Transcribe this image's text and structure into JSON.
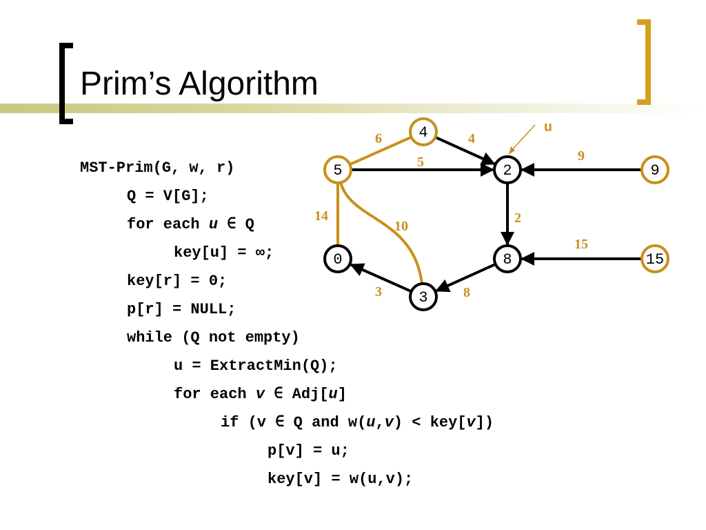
{
  "slide": {
    "title": "Prim’s Algorithm"
  },
  "code": {
    "lines": [
      {
        "indent": 0,
        "parts": [
          {
            "t": "MST-Prim(G, w, r)"
          }
        ]
      },
      {
        "indent": 1,
        "parts": [
          {
            "t": "Q = V[G];"
          }
        ]
      },
      {
        "indent": 1,
        "parts": [
          {
            "t": "for each "
          },
          {
            "t": "u",
            "i": true
          },
          {
            "t": " ∈ Q"
          }
        ]
      },
      {
        "indent": 2,
        "parts": [
          {
            "t": "key[u] = ∞;"
          }
        ]
      },
      {
        "indent": 1,
        "parts": [
          {
            "t": "key[r] = 0;"
          }
        ]
      },
      {
        "indent": 1,
        "parts": [
          {
            "t": "p[r] = NULL;"
          }
        ]
      },
      {
        "indent": 1,
        "parts": [
          {
            "t": "while (Q not empty)"
          }
        ]
      },
      {
        "indent": 2,
        "parts": [
          {
            "t": "u = ExtractMin(Q);"
          }
        ]
      },
      {
        "indent": 2,
        "parts": [
          {
            "t": "for each "
          },
          {
            "t": "v",
            "i": true
          },
          {
            "t": " ∈ Adj["
          },
          {
            "t": "u",
            "i": true
          },
          {
            "t": "]"
          }
        ]
      },
      {
        "indent": 3,
        "parts": [
          {
            "t": "if (v ∈ Q and w("
          },
          {
            "t": "u",
            "i": true
          },
          {
            "t": ","
          },
          {
            "t": "v",
            "i": true
          },
          {
            "t": ") < key["
          },
          {
            "t": "v",
            "i": true
          },
          {
            "t": "])"
          }
        ]
      },
      {
        "indent": 4,
        "parts": [
          {
            "t": "p[v] = u;"
          }
        ]
      },
      {
        "indent": 4,
        "parts": [
          {
            "t": "key[v] = w(u,v);"
          }
        ]
      }
    ]
  },
  "graph": {
    "pointer_label": "u",
    "colors": {
      "gold": "#c8901a",
      "black": "#000000"
    },
    "nodes": [
      {
        "id": "n4",
        "label": "4",
        "highlight": true
      },
      {
        "id": "n5",
        "label": "5",
        "highlight": true
      },
      {
        "id": "n2",
        "label": "2",
        "highlight": false
      },
      {
        "id": "n9",
        "label": "9",
        "highlight": true
      },
      {
        "id": "n0",
        "label": "0",
        "highlight": false
      },
      {
        "id": "n8",
        "label": "8",
        "highlight": false
      },
      {
        "id": "n15",
        "label": "15",
        "highlight": true
      },
      {
        "id": "n3",
        "label": "3",
        "highlight": false
      }
    ],
    "edges": [
      {
        "from": "n5",
        "to": "n4",
        "weight": "6",
        "color": "gold",
        "arrow": false
      },
      {
        "from": "n4",
        "to": "n2",
        "weight": "4",
        "color": "black",
        "arrow": true
      },
      {
        "from": "n5",
        "to": "n2",
        "weight": "5",
        "color": "black",
        "arrow": true
      },
      {
        "from": "n9",
        "to": "n2",
        "weight": "9",
        "color": "black",
        "arrow": true
      },
      {
        "from": "n5",
        "to": "n0",
        "weight": "14",
        "color": "gold",
        "arrow": false
      },
      {
        "from": "n5",
        "to": "n3",
        "weight": "10",
        "color": "gold",
        "arrow": false
      },
      {
        "from": "n2",
        "to": "n8",
        "weight": "2",
        "color": "black",
        "arrow": true
      },
      {
        "from": "n15",
        "to": "n8",
        "weight": "15",
        "color": "black",
        "arrow": true
      },
      {
        "from": "n3",
        "to": "n0",
        "weight": "3",
        "color": "black",
        "arrow": true
      },
      {
        "from": "n8",
        "to": "n3",
        "weight": "8",
        "color": "black",
        "arrow": true
      }
    ]
  }
}
